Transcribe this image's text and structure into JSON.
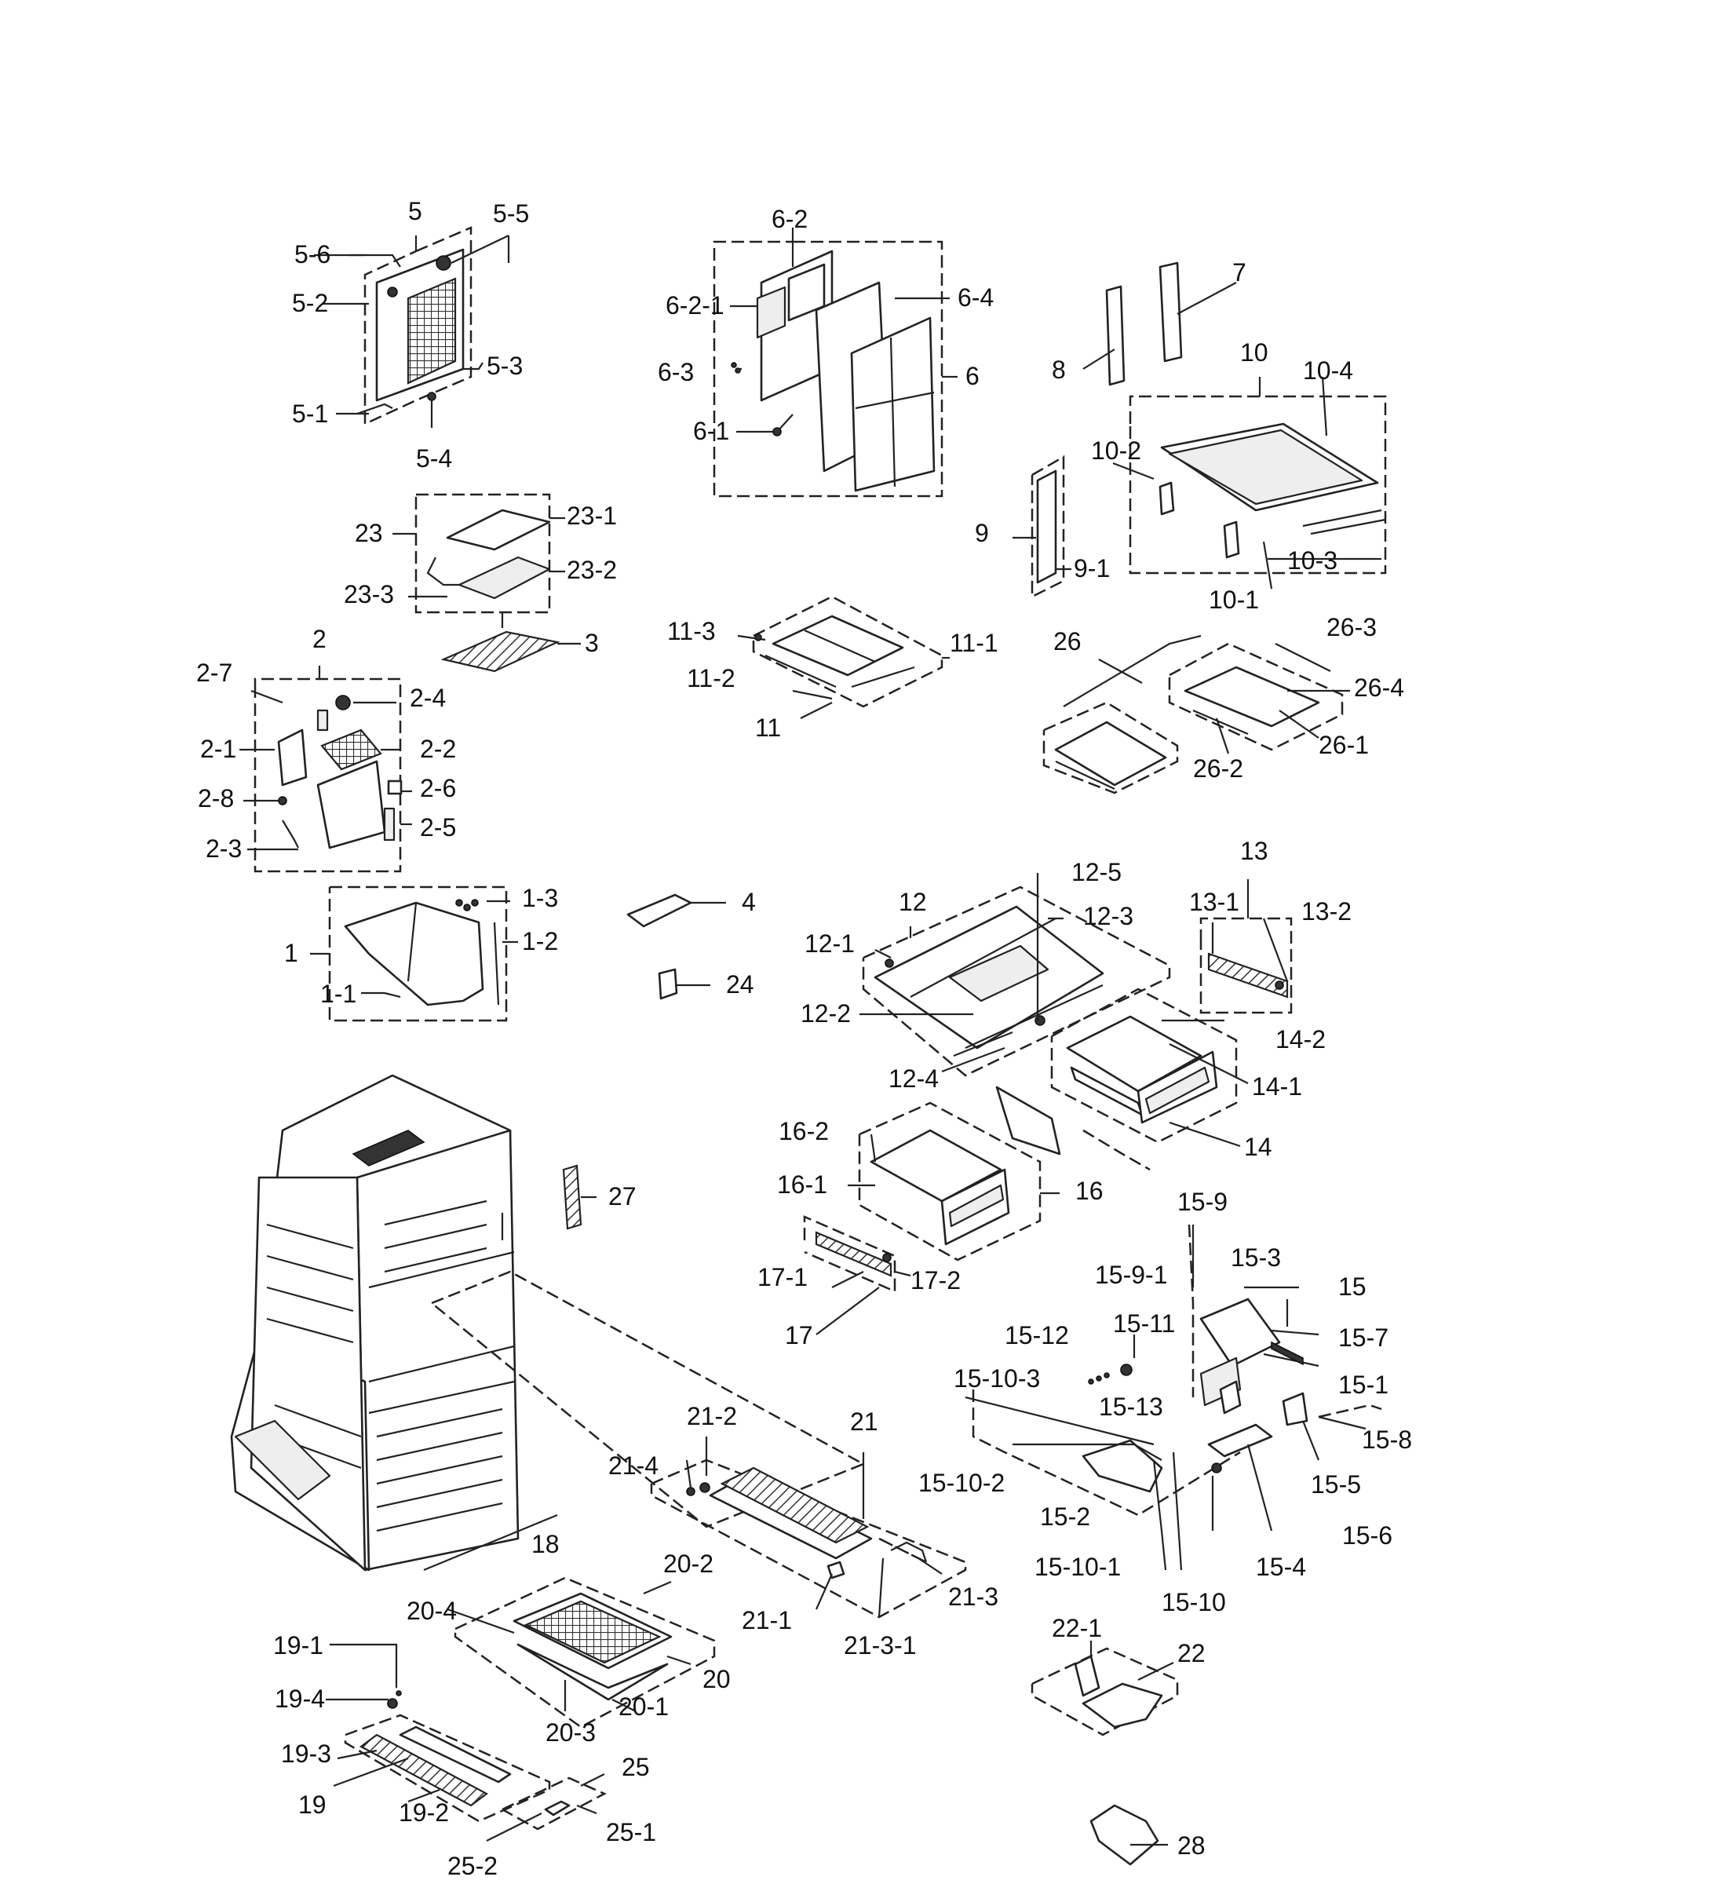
{
  "labels": {
    "l5": "5",
    "l5_5": "5-5",
    "l5_6": "5-6",
    "l5_2": "5-2",
    "l5_3": "5-3",
    "l5_1": "5-1",
    "l5_4": "5-4",
    "l6_2": "6-2",
    "l6_2_1": "6-2-1",
    "l6_4": "6-4",
    "l6_3": "6-3",
    "l6": "6",
    "l6_1": "6-1",
    "l7": "7",
    "l8": "8",
    "l10": "10",
    "l10_4": "10-4",
    "l10_2": "10-2",
    "l9": "9",
    "l9_1": "9-1",
    "l10_3": "10-3",
    "l10_1": "10-1",
    "l23": "23",
    "l23_1": "23-1",
    "l23_2": "23-2",
    "l23_3": "23-3",
    "l3": "3",
    "l11_3": "11-3",
    "l11_1": "11-1",
    "l11_2": "11-2",
    "l11": "11",
    "l26": "26",
    "l26_3": "26-3",
    "l26_4": "26-4",
    "l26_1": "26-1",
    "l26_2": "26-2",
    "l2": "2",
    "l2_7": "2-7",
    "l2_4": "2-4",
    "l2_1": "2-1",
    "l2_2": "2-2",
    "l2_8": "2-8",
    "l2_6": "2-6",
    "l2_5": "2-5",
    "l2_3": "2-3",
    "l1": "1",
    "l1_3": "1-3",
    "l1_2": "1-2",
    "l1_1": "1-1",
    "l4": "4",
    "l24": "24",
    "l12": "12",
    "l12_5": "12-5",
    "l12_3": "12-3",
    "l12_1": "12-1",
    "l12_2": "12-2",
    "l12_4": "12-4",
    "l13": "13",
    "l13_1": "13-1",
    "l13_2": "13-2",
    "l14_2": "14-2",
    "l14_1": "14-1",
    "l14": "14",
    "l16_2": "16-2",
    "l16_1": "16-1",
    "l16": "16",
    "l27": "27",
    "l17_1": "17-1",
    "l17_2": "17-2",
    "l17": "17",
    "l15_9": "15-9",
    "l15_9_1": "15-9-1",
    "l15_3": "15-3",
    "l15": "15",
    "l15_7": "15-7",
    "l15_12": "15-12",
    "l15_11": "15-11",
    "l15_1": "15-1",
    "l15_10_3": "15-10-3",
    "l15_13": "15-13",
    "l15_8": "15-8",
    "l15_5": "15-5",
    "l15_10_2": "15-10-2",
    "l15_2": "15-2",
    "l15_6": "15-6",
    "l15_10_1": "15-10-1",
    "l15_4": "15-4",
    "l15_10": "15-10",
    "l21_2": "21-2",
    "l21": "21",
    "l21_4": "21-4",
    "l21_1": "21-1",
    "l21_3": "21-3",
    "l21_3_1": "21-3-1",
    "l18": "18",
    "l20_2": "20-2",
    "l20_4": "20-4",
    "l20": "20",
    "l20_1": "20-1",
    "l20_3": "20-3",
    "l19_1": "19-1",
    "l19_4": "19-4",
    "l19_3": "19-3",
    "l19": "19",
    "l19_2": "19-2",
    "l25": "25",
    "l25_1": "25-1",
    "l25_2": "25-2",
    "l22_1": "22-1",
    "l22": "22",
    "l28": "28"
  }
}
